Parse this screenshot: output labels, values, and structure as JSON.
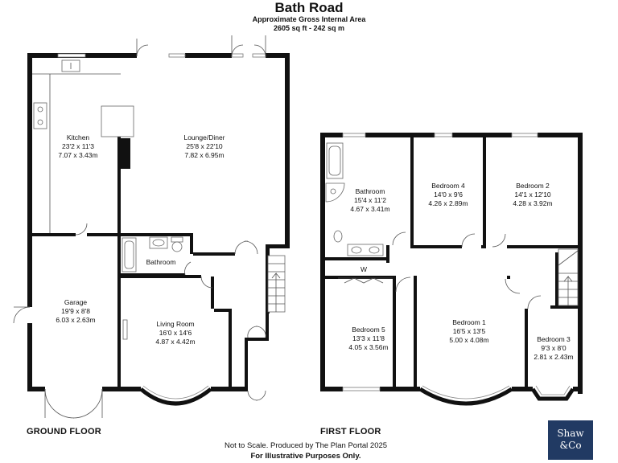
{
  "header": {
    "title": "Bath Road",
    "area_label": "Approximate Gross Internal Area",
    "area_value": "2605 sq ft - 242 sq m"
  },
  "floors": {
    "ground": "GROUND FLOOR",
    "first": "FIRST FLOOR"
  },
  "rooms": {
    "kitchen": {
      "name": "Kitchen",
      "imperial": "23'2 x 11'3",
      "metric": "7.07 x 3.43m"
    },
    "lounge": {
      "name": "Lounge/Diner",
      "imperial": "25'8 x 22'10",
      "metric": "7.82 x 6.95m"
    },
    "gf_bathroom": {
      "name": "Bathroom"
    },
    "garage": {
      "name": "Garage",
      "imperial": "19'9 x 8'8",
      "metric": "6.03 x 2.63m"
    },
    "living": {
      "name": "Living Room",
      "imperial": "16'0 x 14'6",
      "metric": "4.87 x 4.42m"
    },
    "ff_bathroom": {
      "name": "Bathroom",
      "imperial": "15'4 x 11'2",
      "metric": "4.67 x 3.41m"
    },
    "bed4": {
      "name": "Bedroom 4",
      "imperial": "14'0 x 9'6",
      "metric": "4.26 x 2.89m"
    },
    "bed2": {
      "name": "Bedroom 2",
      "imperial": "14'1 x 12'10",
      "metric": "4.28 x 3.92m"
    },
    "bed5": {
      "name": "Bedroom 5",
      "imperial": "13'3 x 11'8",
      "metric": "4.05 x 3.56m"
    },
    "bed1": {
      "name": "Bedroom 1",
      "imperial": "16'5 x 13'5",
      "metric": "5.00 x 4.08m"
    },
    "bed3": {
      "name": "Bedroom 3",
      "imperial": "9'3 x 8'0",
      "metric": "2.81 x 2.43m"
    },
    "wardrobe": {
      "name": "W"
    }
  },
  "footer": {
    "line1": "Not to Scale. Produced by The Plan Portal 2025",
    "line2": "For Illustrative Purposes Only."
  },
  "logo": {
    "line1": "Shaw",
    "line2": "&Co"
  },
  "colors": {
    "wall": "#111111",
    "logo_bg": "#213a63"
  }
}
